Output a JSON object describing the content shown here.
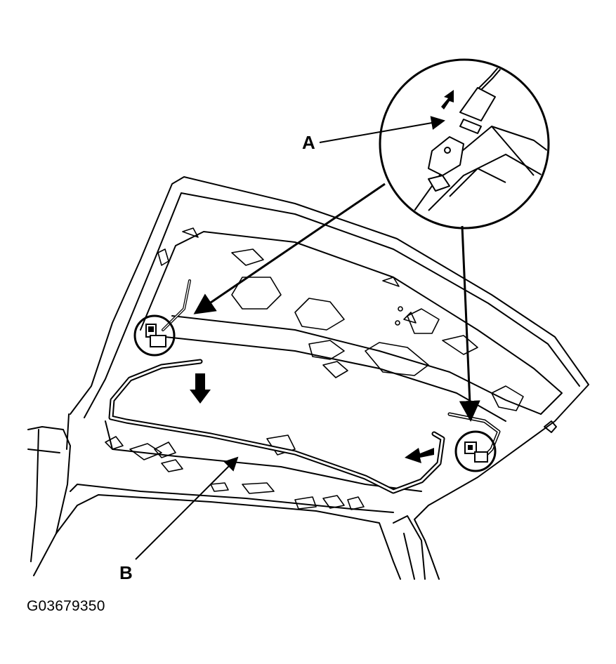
{
  "callouts": {
    "a": "A",
    "b": "B"
  },
  "figure_id": "G03679350",
  "colors": {
    "line": "#000000",
    "background": "#ffffff"
  },
  "icons": [
    "left-connector-circle-icon",
    "right-connector-circle-icon",
    "detail-magnifier-icon",
    "direction-arrow-icon"
  ]
}
